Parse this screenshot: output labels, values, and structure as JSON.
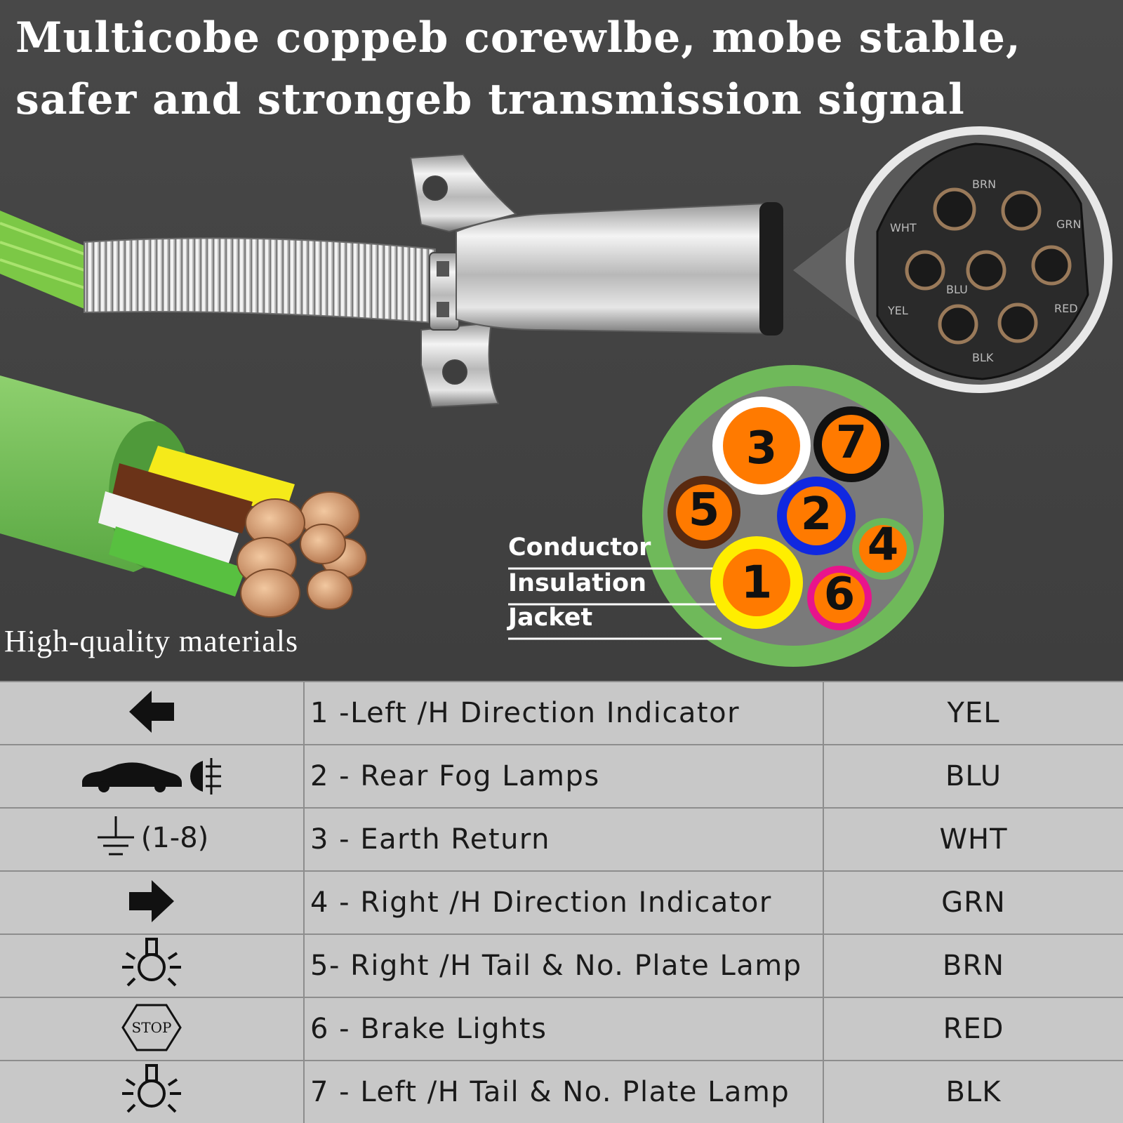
{
  "headline": "Multicobe coppeb corewlbe, mobe stable, safer and strongeb transmission signal",
  "caption": "High-quality materials",
  "cross_section": {
    "layer_labels": [
      "Conductor",
      "Insulation",
      "Jacket"
    ],
    "pins": [
      {
        "num": "1",
        "ring": "#ffee00"
      },
      {
        "num": "2",
        "ring": "#1028e0"
      },
      {
        "num": "3",
        "ring": "#ffffff"
      },
      {
        "num": "4",
        "ring": "#6ab85a"
      },
      {
        "num": "5",
        "ring": "#5a2a10"
      },
      {
        "num": "6",
        "ring": "#e8148c"
      },
      {
        "num": "7",
        "ring": "#111111"
      }
    ],
    "core_color": "#ff7a00",
    "jacket_color": "#6fb95a"
  },
  "socket_labels": [
    "BRN",
    "GRN",
    "RED",
    "BLK",
    "YEL",
    "WHT",
    "BLU"
  ],
  "table": {
    "rows": [
      {
        "icon": "left-arrow-icon",
        "extra": "",
        "desc": "1 -Left /H Direction Indicator",
        "code": "YEL"
      },
      {
        "icon": "car-fog-lamp-icon",
        "extra": "",
        "desc": "2 -  Rear Fog Lamps",
        "code": "BLU"
      },
      {
        "icon": "ground-icon",
        "extra": "(1-8)",
        "desc": "3 - Earth Return",
        "code": "WHT"
      },
      {
        "icon": "right-arrow-icon",
        "extra": "",
        "desc": "4 - Right /H Direction Indicator",
        "code": "GRN"
      },
      {
        "icon": "tail-lamp-icon",
        "extra": "",
        "desc": "5- Right /H Tail & No.  Plate Lamp",
        "code": "BRN"
      },
      {
        "icon": "stop-sign-icon",
        "extra": "STOP",
        "desc": "6 - Brake Lights",
        "code": "RED"
      },
      {
        "icon": "tail-lamp-icon",
        "extra": "",
        "desc": "7 - Left /H Tail & No.  Plate Lamp",
        "code": "BLK"
      }
    ]
  }
}
